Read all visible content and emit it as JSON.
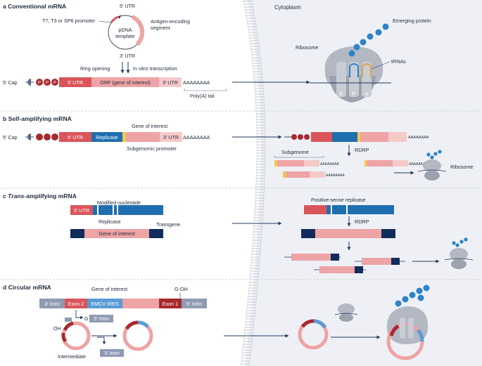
{
  "panels": {
    "a": {
      "letter": "a",
      "title": "Conventional mRNA"
    },
    "b": {
      "letter": "b",
      "title": "Self-amplifying mRNA"
    },
    "c": {
      "letter": "c",
      "title_italic": "Trans",
      "title_rest": "-amplifying mRNA"
    },
    "d": {
      "letter": "d",
      "title": "Circular mRNA"
    }
  },
  "cytoplasm": "Cytoplasm",
  "a": {
    "utr5_top": "5′ UTR",
    "promoter": "T7, T3 or SP6 promoter",
    "pdna_line1": "pDNA",
    "pdna_line2": "template",
    "antigen_line1": "Antigen-encoding",
    "antigen_line2": "segment",
    "utr3_bottom": "3′ UTR",
    "ring_opening": "Ring opening",
    "ivt": "In vitro transcription",
    "cap": "5′ Cap",
    "p": "P",
    "utr5": "5′ UTR",
    "orf": "ORF (gene of interest)",
    "utr3": "3′ UTR",
    "polya": "AAAAAAAA",
    "polya_label": "Poly(A) tail",
    "ribosome": "Ribosome",
    "emerging_protein": "Emerging protein",
    "trnas": "tRNAs",
    "site_e": "E",
    "site_p": "P",
    "site_a": "A"
  },
  "b": {
    "gene_of_interest": "Gene of interest",
    "cap": "5′ Cap",
    "utr5": "5′ UTR",
    "replicase": "Replicase",
    "utr3": "3′ UTR",
    "polya": "AAAAAAAA",
    "subgenomic_promoter": "Subgenomic promoter",
    "rdrp": "RDRP",
    "subgenome": "Subgenome",
    "ribosome": "Ribosome",
    "polya_small": "AAAAAAAA"
  },
  "c": {
    "utr5": "5′ UTR",
    "modified_nucleotide": "Modified nucleotide",
    "replicase": "Replicase",
    "gene_of_interest": "Gene of interest",
    "transgene": "Transgene",
    "positive_sense": "Positive-sense replicase",
    "rdrp": "RDRP"
  },
  "d": {
    "gene_of_interest": "Gene of interest",
    "goh_top": "G-OH",
    "intro3": "3′ Intro",
    "exon2": "Exon 2",
    "emcv": "EMCV IRES",
    "exon1": "Exon 1",
    "intro5": "5′ Intro",
    "g_label": "G",
    "intro5_b": "5′ Intro",
    "oh": "OH",
    "intermediate": "Intermediate",
    "intro3_b": "3′ Intro"
  },
  "colors": {
    "utr_red": "#d9555a",
    "orf_pink": "#eea3a5",
    "light_pink": "#f6c9c9",
    "replicase_blue": "#1f6fb0",
    "navy": "#0f2c5c",
    "yellow": "#f2c94c",
    "cap_red": "#a8292e",
    "intro_gray": "#8f9bb3",
    "emcv_blue": "#5a9bd5",
    "cytoplasm_bg": "#eef0f5",
    "membrane": "#c8ccd8",
    "ribosome_gray": "#b3b8c3",
    "protein_blue": "#2d83c7",
    "trna_orange": "#e5a43a"
  }
}
